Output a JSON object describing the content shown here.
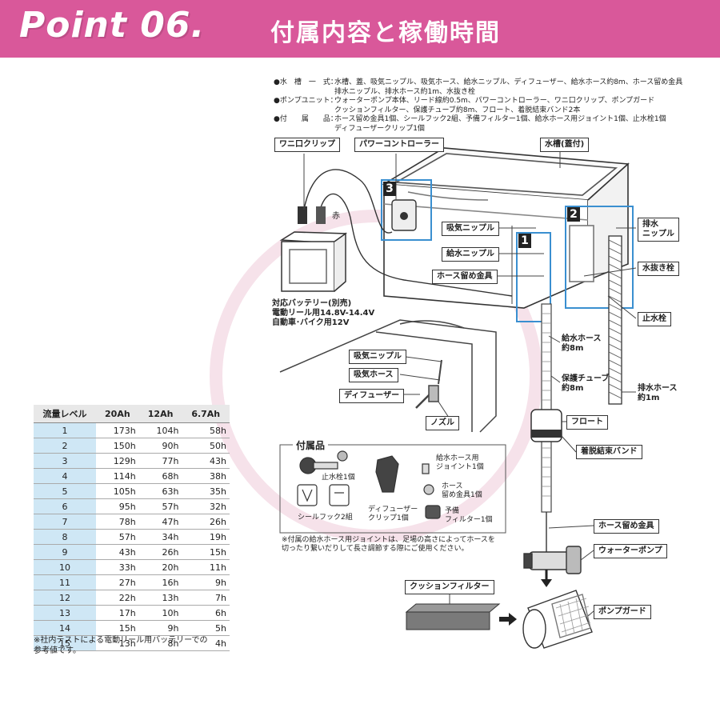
{
  "header": {
    "point": "Point 06.",
    "title": "付属内容と稼働時間"
  },
  "specs": [
    {
      "label": "●水　槽　一　式：",
      "lines": [
        "水槽、蓋、吸気ニップル、吸気ホース、給水ニップル、ディフューザー、給水ホース約8m、ホース留め金具",
        "排水ニップル、排水ホース約1m、水抜き栓"
      ]
    },
    {
      "label": "●ポンプユニット：",
      "lines": [
        "ウォーターポンプ本体、リード線約0.5m、パワーコントローラー、ワニ口クリップ、ポンプガード",
        "クッションフィルター、保護チューブ約8m、フロート、着脱結束バンド2本"
      ]
    },
    {
      "label": "●付　　属　　品：",
      "lines": [
        "ホース留め金具1個、シールフック2組、予備フィルター1個、給水ホース用ジョイント1個、止水栓1個",
        "ディフューザークリップ1個"
      ]
    }
  ],
  "labels": {
    "wani": "ワニ口クリップ",
    "power": "パワーコントローラー",
    "tank": "水槽(蓋付)",
    "kyuki_nipple": "吸気ニップル",
    "kyusui_nipple": "給水ニップル",
    "hose_clamp": "ホース留め金具",
    "haisui_nipple_1": "排水",
    "haisui_nipple_2": "ニップル",
    "drain_plug": "水抜き栓",
    "stop_cock": "止水栓",
    "supply_hose_1": "給水ホース",
    "supply_hose_2": "約8m",
    "protect_tube_1": "保護チューブ",
    "protect_tube_2": "約8m",
    "drain_hose_1": "排水ホース",
    "drain_hose_2": "約1m",
    "float": "フロート",
    "band": "着脱結束バンド",
    "hose_clamp_2": "ホース留め金具",
    "pump": "ウォーターポンプ",
    "cushion": "クッションフィルター",
    "guard": "ポンプガード",
    "in_kyuki_nipple": "吸気ニップル",
    "in_kyuki_hose": "吸気ホース",
    "in_diffuser": "ディフューザー",
    "in_nozzle": "ノズル",
    "red": "赤",
    "num1": "1",
    "num2": "2",
    "num3": "3"
  },
  "battery": {
    "title": "対応バッテリー(別売)",
    "lines": [
      "電動リール用14.8V-14.4V",
      "自動車･バイク用12V"
    ]
  },
  "accessories": {
    "title": "付属品",
    "stopcock": "止水栓1個",
    "joint": [
      "給水ホース用",
      "ジョイント1個"
    ],
    "clamp": [
      "ホース",
      "留め金具1個"
    ],
    "seal": "シールフック2組",
    "diffuser_clip": [
      "ディフューザー",
      "クリップ1個"
    ],
    "filter": [
      "予備",
      "フィルター1個"
    ],
    "note": [
      "※付属の給水ホース用ジョイントは、足場の高さによってホースを",
      "切ったり繋いだりして長さ調節する際にご使用ください。"
    ]
  },
  "runtime": {
    "headers": [
      "流量レベル",
      "20Ah",
      "12Ah",
      "6.7Ah"
    ],
    "rows": [
      [
        "1",
        "173h",
        "104h",
        "58h"
      ],
      [
        "2",
        "150h",
        "90h",
        "50h"
      ],
      [
        "3",
        "129h",
        "77h",
        "43h"
      ],
      [
        "4",
        "114h",
        "68h",
        "38h"
      ],
      [
        "5",
        "105h",
        "63h",
        "35h"
      ],
      [
        "6",
        "95h",
        "57h",
        "32h"
      ],
      [
        "7",
        "78h",
        "47h",
        "26h"
      ],
      [
        "8",
        "57h",
        "34h",
        "19h"
      ],
      [
        "9",
        "43h",
        "26h",
        "15h"
      ],
      [
        "10",
        "33h",
        "20h",
        "11h"
      ],
      [
        "11",
        "27h",
        "16h",
        "9h"
      ],
      [
        "12",
        "22h",
        "13h",
        "7h"
      ],
      [
        "13",
        "17h",
        "10h",
        "6h"
      ],
      [
        "14",
        "15h",
        "9h",
        "5h"
      ],
      [
        "15",
        "13h",
        "8h",
        "4h"
      ]
    ],
    "note": [
      "※社内テストによる電動リール用バッテリーでの",
      "参考値です。"
    ]
  },
  "colors": {
    "header": "#d9589a",
    "highlight": "#3a8fd0",
    "level_cell": "#cfe7f5"
  }
}
